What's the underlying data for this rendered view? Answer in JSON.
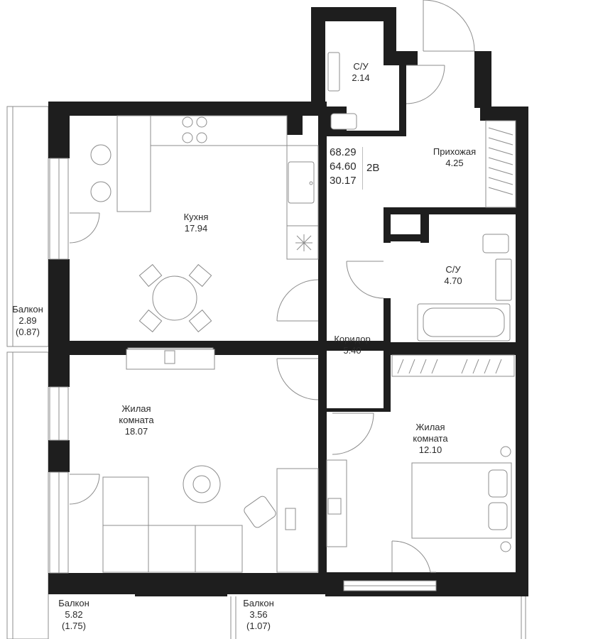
{
  "summary": {
    "total_area": "68.29",
    "living_area": "64.60",
    "secondary_area": "30.17",
    "apartment_type": "2В"
  },
  "rooms": [
    {
      "id": "wc1",
      "name": "С/У",
      "area": "2.14"
    },
    {
      "id": "hall",
      "name": "Прихожая",
      "area": "4.25"
    },
    {
      "id": "kitchen",
      "name": "Кухня",
      "area": "17.94"
    },
    {
      "id": "bath",
      "name": "С/У",
      "area": "4.70"
    },
    {
      "id": "corridor",
      "name": "Коридор",
      "area": "5.40"
    },
    {
      "id": "living1",
      "name": "Жилая",
      "name2": "комната",
      "area": "18.07"
    },
    {
      "id": "living2",
      "name": "Жилая",
      "name2": "комната",
      "area": "12.10"
    }
  ],
  "balconies": [
    {
      "id": "balcony-left",
      "name": "Балкон",
      "area": "2.89",
      "reduced": "(0.87)"
    },
    {
      "id": "balcony-bottom-left",
      "name": "Балкон",
      "area": "5.82",
      "reduced": "(1.75)"
    },
    {
      "id": "balcony-bottom-right",
      "name": "Балкон",
      "area": "3.56",
      "reduced": "(1.07)"
    }
  ],
  "colors": {
    "wall": "#1e1e1e",
    "line": "#8c8c8c",
    "text": "#2a2a2a",
    "background": "#ffffff"
  }
}
